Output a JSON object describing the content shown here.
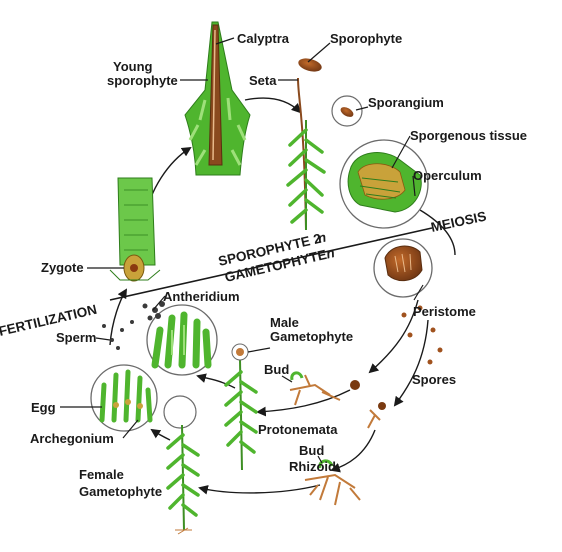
{
  "colors": {
    "leaf": "#4fb52e",
    "leaf_light": "#8ed36a",
    "leaf_dark": "#2e7d1b",
    "stem": "#3e8f24",
    "brown": "#8a4a1e",
    "brown_dark": "#5a2e10",
    "spore": "#a0521e",
    "line": "#1a1a1a"
  },
  "labels": {
    "calyptra": "Calyptra",
    "young_sporophyte_1": "Young",
    "young_sporophyte_2": "sporophyte",
    "sporophyte": "Sporophyte",
    "seta": "Seta",
    "sporangium": "Sporangium",
    "sporogenous_tissue": "Sporgenous tissue",
    "operculum": "Operculum",
    "meiosis": "MEIOSIS",
    "sporophyte_2n": "SPOROPHYTE 2",
    "gametophyte_n": "GAMETOPHYTE",
    "ploidy_2n": "n",
    "ploidy_n": "n",
    "zygote": "Zygote",
    "fertilization": "FERTILIZATION",
    "antheridium": "Antheridium",
    "sperm": "Sperm",
    "peristome": "Peristome",
    "male_gametophyte_1": "Male",
    "male_gametophyte_2": "Gametophyte",
    "bud_upper": "Bud",
    "spores": "Spores",
    "egg": "Egg",
    "archegonium": "Archegonium",
    "protonemata": "Protonemata",
    "bud_lower": "Bud",
    "rhizoid": "Rhizoid",
    "female_gametophyte_1": "Female",
    "female_gametophyte_2": "Gametophyte"
  }
}
